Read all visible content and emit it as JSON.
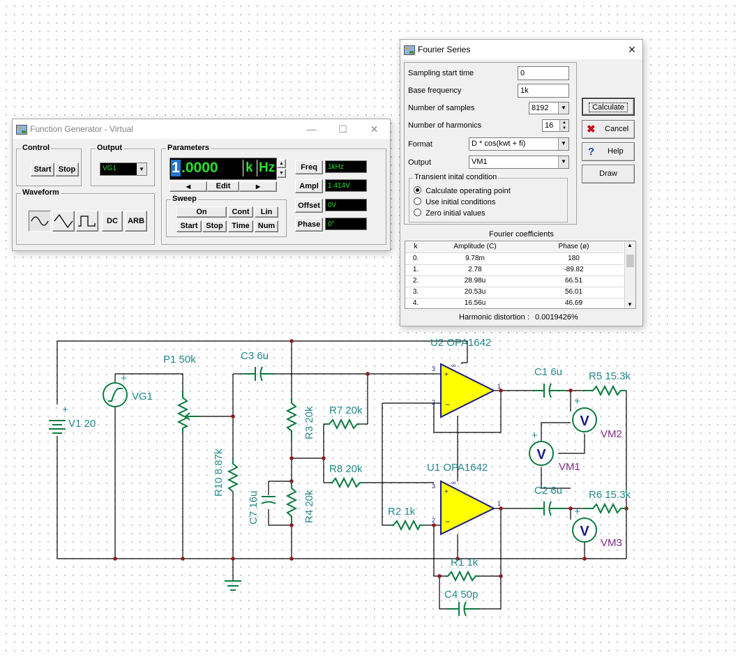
{
  "function_generator": {
    "title": "Function Generator - Virtual",
    "control": {
      "label": "Control",
      "start": "Start",
      "stop": "Stop"
    },
    "output": {
      "label": "Output",
      "value": "VG1"
    },
    "waveform": {
      "label": "Waveform",
      "dc": "DC",
      "arb": "ARB"
    },
    "parameters": {
      "label": "Parameters",
      "display_digit": "1",
      "display_rest": ".0000",
      "multiplier": "k",
      "unit": "Hz",
      "edit": "Edit"
    },
    "sweep": {
      "label": "Sweep",
      "on": "On",
      "cont": "Cont",
      "lin": "Lin",
      "start": "Start",
      "stop": "Stop",
      "time": "Time",
      "num": "Num"
    },
    "freq": {
      "label": "Freq",
      "value": "1kHz"
    },
    "ampl": {
      "label": "Ampl",
      "value": "1.414V"
    },
    "offset": {
      "label": "Offset",
      "value": "0V"
    },
    "phase": {
      "label": "Phase",
      "value": "0°"
    }
  },
  "fourier": {
    "title": "Fourier Series",
    "sampling_start_time": {
      "label": "Sampling start time",
      "value": "0"
    },
    "base_frequency": {
      "label": "Base frequency",
      "value": "1k"
    },
    "number_of_samples": {
      "label": "Number of samples",
      "value": "8192"
    },
    "number_of_harmonics": {
      "label": "Number of harmonics",
      "value": "16"
    },
    "format": {
      "label": "Format",
      "value": "D * cos(kwt + fi)"
    },
    "output": {
      "label": "Output",
      "value": "VM1"
    },
    "transient": {
      "label": "Transient inital condition",
      "options": [
        "Calculate operating point",
        "Use initial conditions",
        "Zero initial values"
      ],
      "selected": 0
    },
    "buttons": {
      "calculate": "Calculate",
      "cancel": "Cancel",
      "help": "Help",
      "draw": "Draw"
    },
    "coefficients": {
      "label": "Fourier coefficients",
      "headers": [
        "k",
        "Amplitude (C)",
        "Phase (ø)"
      ],
      "rows": [
        [
          "0.",
          "9.78m",
          "180"
        ],
        [
          "1.",
          "2.78",
          "-89.82"
        ],
        [
          "2.",
          "28.98u",
          "66.51"
        ],
        [
          "3.",
          "20.53u",
          "56.01"
        ],
        [
          "4.",
          "16.56u",
          "46.69"
        ]
      ]
    },
    "harmonic_distortion": {
      "label": "Harmonic distortion :",
      "value": "0.0019426%"
    }
  },
  "schematic": {
    "labels": {
      "u2": "U2 OPA1642",
      "u1": "U1 OPA1642",
      "p1": "P1 50k",
      "vg1": "VG1",
      "v1": "V1 20",
      "c3": "C3 6u",
      "c1": "C1 6u",
      "c2": "C2 6u",
      "r5": "R5 15.3k",
      "r6": "R6 15.3k",
      "r3": "R3 20k",
      "r4": "R4 20k",
      "r7": "R7 20k",
      "r8": "R8 20k",
      "r10": "R10 8.87k",
      "c7": "C7 16u",
      "r2": "R2 1k",
      "r1": "R1 1k",
      "c4": "C4 50p",
      "vm1": "VM1",
      "vm2": "VM2",
      "vm3": "VM3",
      "meter_symbol": "V"
    },
    "colors": {
      "wire": "#000000",
      "component": "#0b7a3f",
      "opamp_fill": "#ffff00",
      "opamp_stroke": "#1a1a8c",
      "label": "#23888b",
      "meter_label": "#7d2b83",
      "pin": "#c00000"
    }
  }
}
